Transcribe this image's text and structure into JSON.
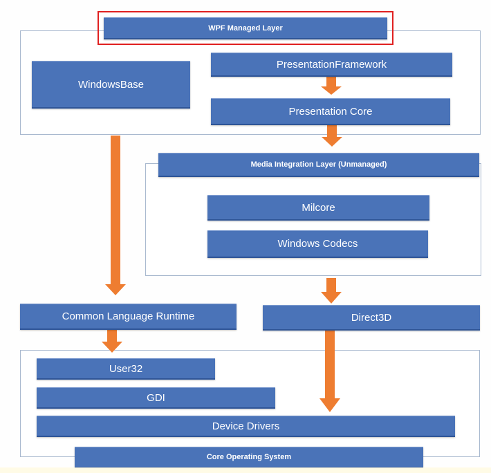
{
  "diagram": {
    "wpf_managed_layer": "WPF Managed Layer",
    "windows_base": "WindowsBase",
    "presentation_framework": "PresentationFramework",
    "presentation_core": "Presentation Core",
    "media_integration_layer": "Media Integration Layer (Unmanaged)",
    "milcore": "Milcore",
    "windows_codecs": "Windows Codecs",
    "common_language_runtime": "Common Language Runtime",
    "direct3d": "Direct3D",
    "user32": "User32",
    "gdi": "GDI",
    "device_drivers": "Device Drivers",
    "core_operating_system": "Core Operating System"
  },
  "colors": {
    "box_fill": "#4a73b8",
    "arrow": "#ee7d31",
    "highlight": "#e02020",
    "frame_border": "#a9b9cf"
  }
}
